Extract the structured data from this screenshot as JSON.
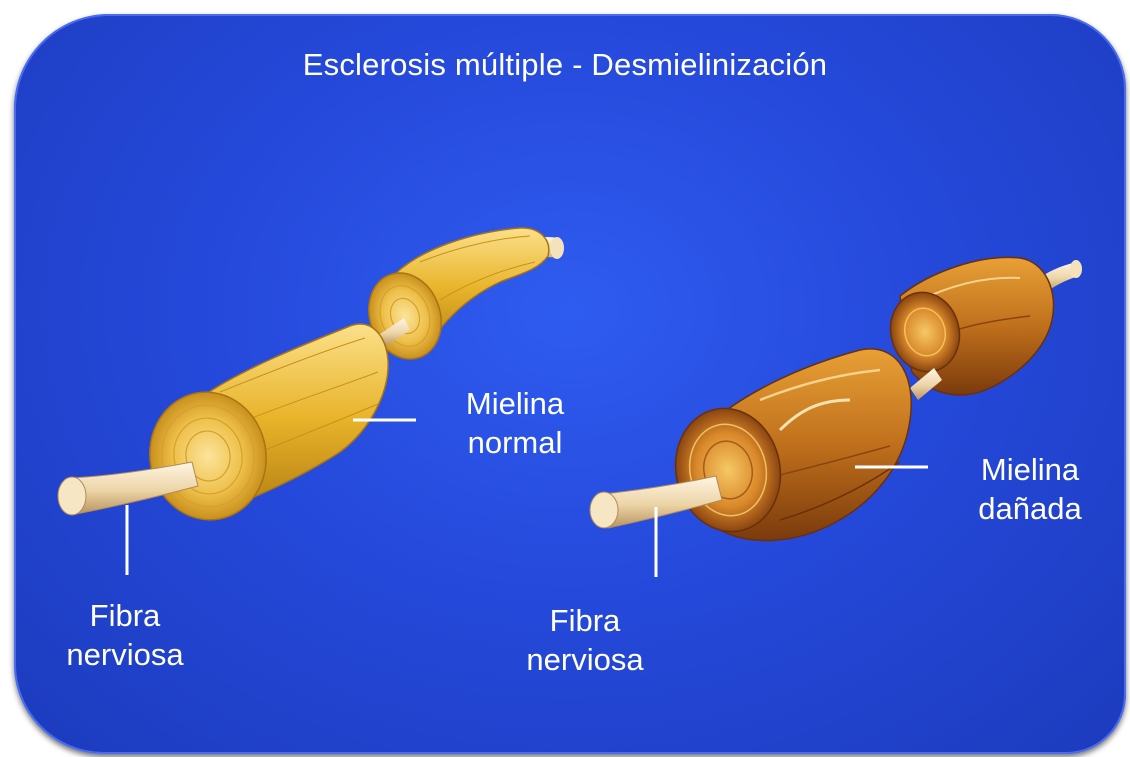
{
  "title": "Esclerosis múltiple - Desmielinización",
  "left_diagram": {
    "myelin_label": [
      "Mielina",
      "normal"
    ],
    "fiber_label": [
      "Fibra",
      "nerviosa"
    ]
  },
  "right_diagram": {
    "myelin_label": [
      "Mielina",
      "dañada"
    ],
    "fiber_label": [
      "Fibra",
      "nerviosa"
    ]
  },
  "colors": {
    "background": "#2549db",
    "myelin_normal": "#e9b62a",
    "myelin_damaged": "#c87a1e",
    "nerve_fiber": "#f0dcb4",
    "label_text": "#ffffff"
  }
}
